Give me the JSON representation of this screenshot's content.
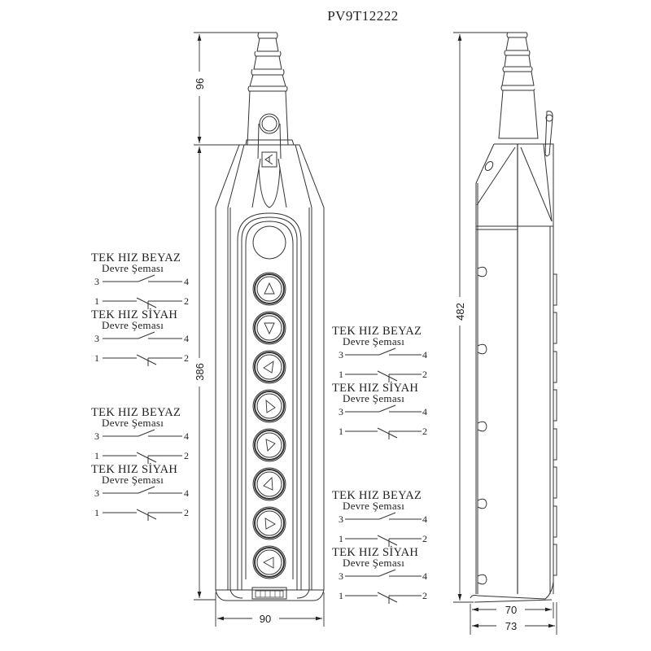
{
  "title": "PV9T12222",
  "dimensions": {
    "cable_gland_height": "96",
    "body_height": "386",
    "total_height": "482",
    "front_width": "90",
    "side_depth_inner": "70",
    "side_depth_outer": "73"
  },
  "front_view": {
    "buttons": [
      {
        "index": 1,
        "arrow": "up"
      },
      {
        "index": 2,
        "arrow": "down"
      },
      {
        "index": 3,
        "arrow": "left"
      },
      {
        "index": 4,
        "arrow": "right"
      },
      {
        "index": 5,
        "arrow": "right"
      },
      {
        "index": 6,
        "arrow": "left"
      },
      {
        "index": 7,
        "arrow": "right"
      },
      {
        "index": 8,
        "arrow": "left"
      }
    ]
  },
  "schematics": [
    {
      "beyaz_title": "TEK HIZ BEYAZ",
      "beyaz_sub": "Devre Şeması",
      "siyah_title": "TEK HIZ SİYAH",
      "siyah_sub": "Devre Şeması",
      "terminals": {
        "no_left": "3",
        "no_right": "4",
        "nc_left": "1",
        "nc_right": "2"
      }
    },
    {
      "beyaz_title": "TEK HIZ BEYAZ",
      "beyaz_sub": "Devre Şeması",
      "siyah_title": "TEK HIZ SİYAH",
      "siyah_sub": "Devre Şeması",
      "terminals": {
        "no_left": "3",
        "no_right": "4",
        "nc_left": "1",
        "nc_right": "2"
      }
    },
    {
      "beyaz_title": "TEK HIZ BEYAZ",
      "beyaz_sub": "Devre Şeması",
      "siyah_title": "TEK HIZ SİYAH",
      "siyah_sub": "Devre Şeması",
      "terminals": {
        "no_left": "3",
        "no_right": "4",
        "nc_left": "1",
        "nc_right": "2"
      }
    },
    {
      "beyaz_title": "TEK HIZ BEYAZ",
      "beyaz_sub": "Devre Şeması",
      "siyah_title": "TEK HIZ SİYAH",
      "siyah_sub": "Devre Şeması",
      "terminals": {
        "no_left": "3",
        "no_right": "4",
        "nc_left": "1",
        "nc_right": "2"
      }
    }
  ],
  "colors": {
    "line": "#333333",
    "background": "#ffffff"
  }
}
